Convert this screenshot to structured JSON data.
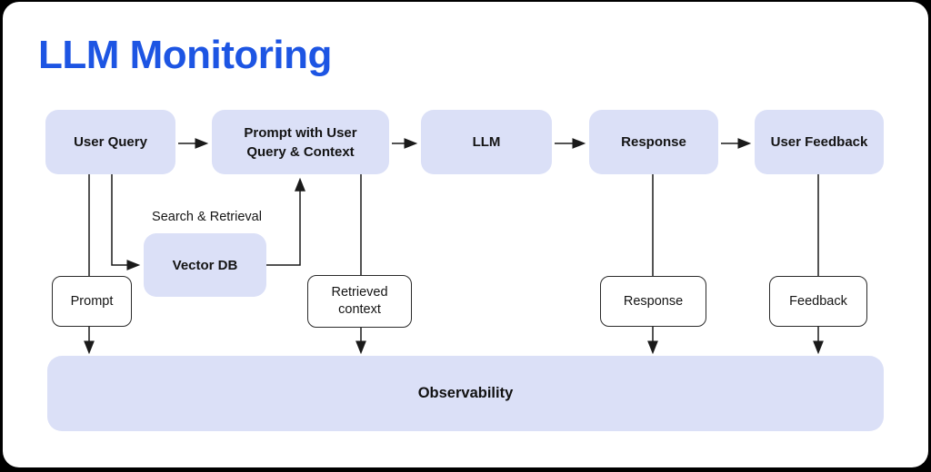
{
  "title": "LLM Monitoring",
  "colors": {
    "title_blue": "#1d55e3",
    "node_fill": "#dbe0f7",
    "connector": "#1a1a1a",
    "canvas": "#ffffff",
    "background": "#000000"
  },
  "flow_nodes": [
    {
      "label": "User Query"
    },
    {
      "label": "Prompt with User Query & Context"
    },
    {
      "label": "LLM"
    },
    {
      "label": "Response"
    },
    {
      "label": "User Feedback"
    }
  ],
  "retrieval": {
    "annotation": "Search & Retrieval",
    "db_label": "Vector DB"
  },
  "capture_points": [
    {
      "label": "Prompt"
    },
    {
      "label": "Retrieved context"
    },
    {
      "label": "Response"
    },
    {
      "label": "Feedback"
    }
  ],
  "sink": {
    "label": "Observability"
  }
}
